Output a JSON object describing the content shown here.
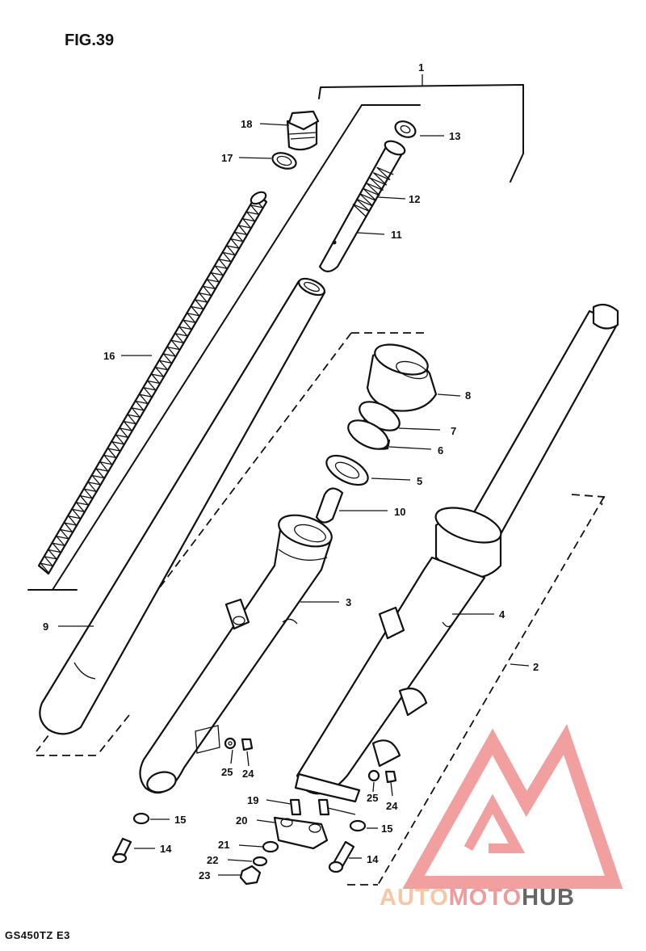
{
  "figure_title": "FIG.39",
  "model_code": "GS450TZ E3",
  "watermark": {
    "part1": "AUTO",
    "part2": "MOTO",
    "part3": "HUB",
    "color_light": "#f6c6a5",
    "color_mid": "#f19a9a",
    "color_dark": "#666666",
    "logo_color": "#ef8f8f"
  },
  "callouts": {
    "c1": "1",
    "c2": "2",
    "c3": "3",
    "c4": "4",
    "c5": "5",
    "c6": "6",
    "c7": "7",
    "c8": "8",
    "c9": "9",
    "c10": "10",
    "c11": "11",
    "c12": "12",
    "c13": "13",
    "c14a": "14",
    "c14b": "14",
    "c15a": "15",
    "c15b": "15",
    "c16": "16",
    "c17": "17",
    "c18": "18",
    "c19": "19",
    "c20": "20",
    "c21": "21",
    "c22": "22",
    "c23": "23",
    "c24a": "24",
    "c24b": "24",
    "c25a": "25",
    "c25b": "25"
  }
}
